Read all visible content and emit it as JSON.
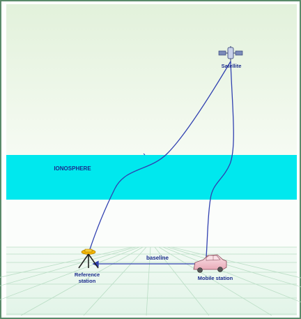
{
  "labels": {
    "satellite": "Satellite",
    "ionosphere": "IONOSPHERE",
    "baseline": "baseline",
    "reference_station_line1": "Reference",
    "reference_station_line2": "station",
    "mobile_station": "Mobile station"
  },
  "colors": {
    "sky_top": "#e6f3e0",
    "sky_bottom": "#f6fbf3",
    "ionosphere": "#00e8ee",
    "ground": "#eaf7ee",
    "grid": "#b9ddc4",
    "signal_path": "#3040b0",
    "label_text": "#1a2b8c",
    "border": "#5a8a6a",
    "reference_station": "#f2b400",
    "mobile_station": "#f3c6cf"
  },
  "icons": {
    "satellite": "satellite-icon",
    "reference_station": "survey-tripod-icon",
    "mobile_station": "car-icon"
  }
}
